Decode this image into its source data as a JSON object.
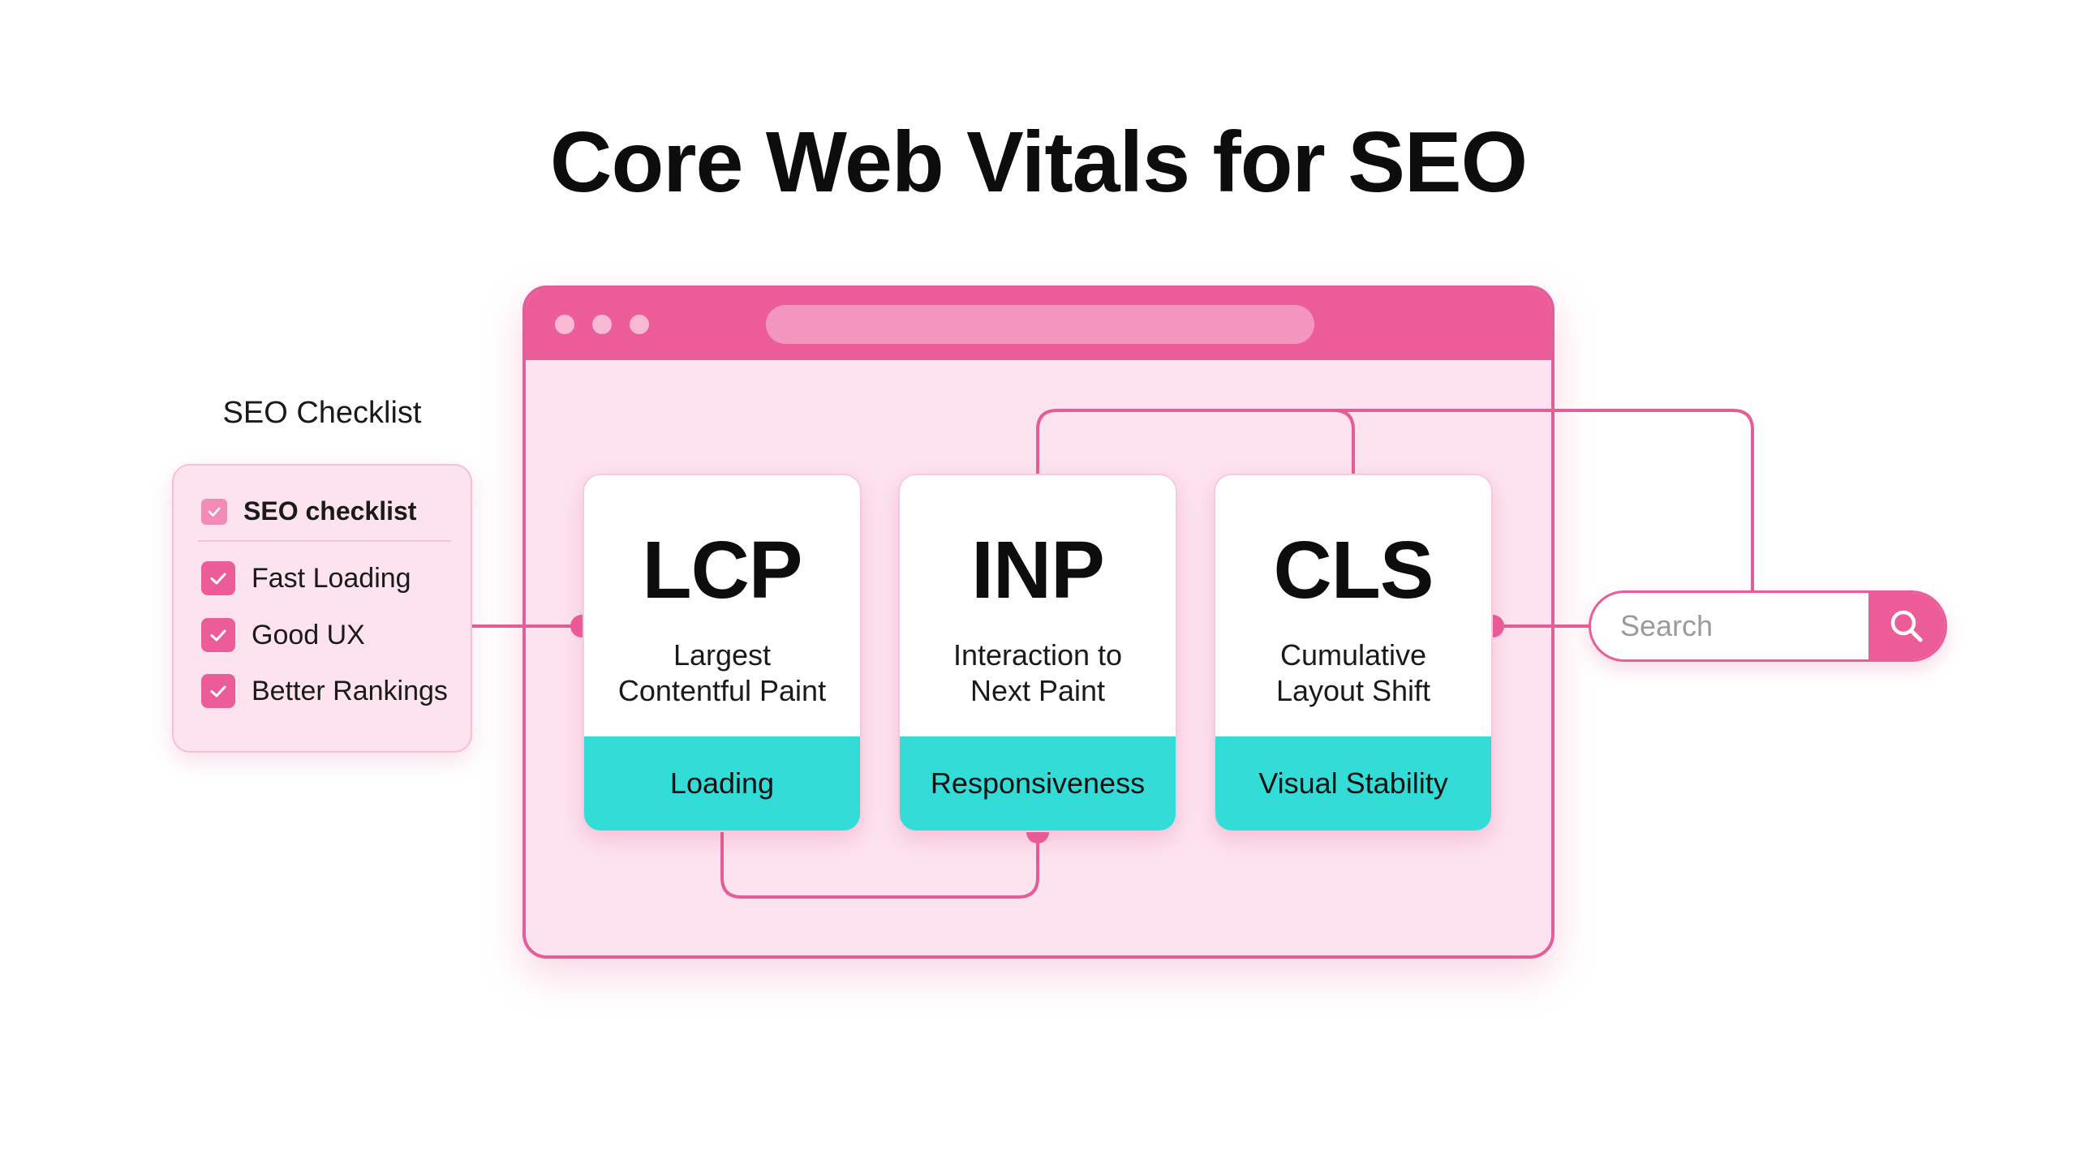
{
  "title": "Core Web Vitals for SEO",
  "browser": {
    "window_dots": [
      "dot",
      "dot",
      "dot"
    ]
  },
  "metrics": [
    {
      "abbr": "LCP",
      "desc_line1": "Largest",
      "desc_line2": "Contentful Paint",
      "category": "Loading"
    },
    {
      "abbr": "INP",
      "desc_line1": "Interaction to",
      "desc_line2": "Next Paint",
      "category": "Responsiveness"
    },
    {
      "abbr": "CLS",
      "desc_line1": "Cumulative",
      "desc_line2": "Layout Shift",
      "category": "Visual Stability"
    }
  ],
  "checklist": {
    "heading": "SEO Checklist",
    "title": "SEO checklist",
    "items": [
      "Fast Loading",
      "Good UX",
      "Better Rankings"
    ]
  },
  "search": {
    "placeholder": "Search",
    "icon": "search-icon"
  },
  "colors": {
    "accent_pink": "#ec5c99",
    "light_pink": "#fde3ee",
    "teal": "#33dcd6",
    "connector": "#e35d98"
  }
}
